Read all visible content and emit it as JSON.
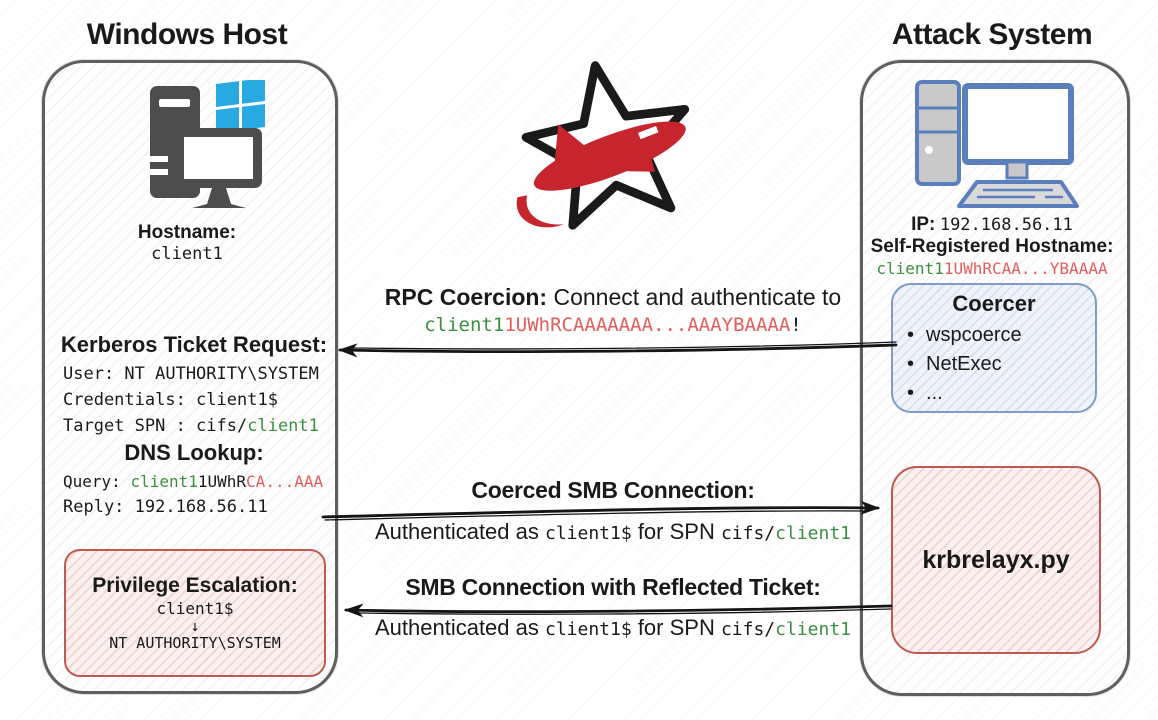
{
  "colors": {
    "green": "#3c8f41",
    "red": "#e25d5d",
    "panel_border": "#5f5f5f",
    "red_box_border": "#bf5a52",
    "blue_box_border": "#7d9cc9",
    "windows_blue": "#29a9e1",
    "attack_icon_blue": "#5b7fbd",
    "arrow_black": "#151515"
  },
  "windows_host": {
    "title": "Windows Host",
    "hostname_label": "Hostname:",
    "hostname_value": "client1",
    "kerberos": {
      "heading": "Kerberos Ticket Request:",
      "user_line": "User: NT AUTHORITY\\SYSTEM",
      "credentials_line": "Credentials: client1$",
      "spn_prefix": "Target SPN : cifs/",
      "spn_target": "client1"
    },
    "dns": {
      "heading": "DNS Lookup:",
      "query_prefix": "Query: ",
      "query_green": "client1",
      "query_black": "1UWhR",
      "query_red": "CA...AAA",
      "reply_line": "Reply: 192.168.56.11"
    },
    "privilege": {
      "heading": "Privilege Escalation:",
      "from_account": "client1$",
      "down_arrow": "↓",
      "to_account": "NT AUTHORITY\\SYSTEM"
    }
  },
  "attack_system": {
    "title": "Attack System",
    "ip_label": "IP:",
    "ip_value": "192.168.56.11",
    "selfreg_label": "Self-Registered Hostname:",
    "selfreg_green": "client1",
    "selfreg_red": "1UWhRCAA...YBAAAA",
    "coercer": {
      "heading": "Coercer",
      "items": [
        "wspcoerce",
        "NetExec",
        "..."
      ]
    },
    "krbrelayx_label": "krbrelayx.py"
  },
  "flows": {
    "rpc": {
      "heading": "RPC Coercion:",
      "text": "Connect and authenticate to",
      "target_green": "client1",
      "target_red": "1UWhRCAAAAAAA...AAAYBAAAA",
      "bang": "!"
    },
    "coerced": {
      "heading": "Coerced SMB Connection:",
      "auth_prefix": "Authenticated as ",
      "auth_account": "client1$",
      "auth_mid": " for SPN ",
      "auth_spn_prefix": "cifs/",
      "auth_spn_target": "client1"
    },
    "reflected": {
      "heading": "SMB Connection with Reflected Ticket:",
      "auth_prefix": "Authenticated as ",
      "auth_account": "client1$",
      "auth_mid": " for SPN ",
      "auth_spn_prefix": "cifs/",
      "auth_spn_target": "client1"
    }
  }
}
